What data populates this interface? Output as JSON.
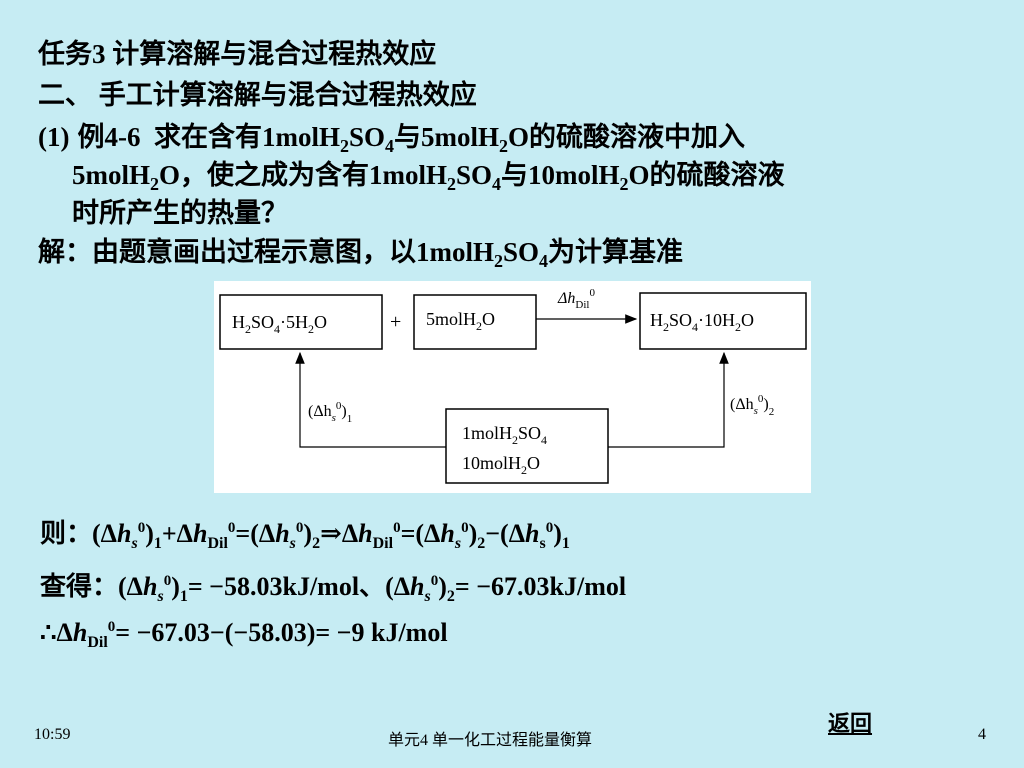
{
  "title": "任务3 计算溶解与混合过程热效应",
  "section": "二、 手工计算溶解与混合过程热效应",
  "example": {
    "label": "(1)",
    "id": "例4-6",
    "text_a": "求在含有1molH",
    "text_b": "SO",
    "text_c": "与5molH",
    "text_d": "O的硫酸溶液中加入",
    "line2_a": "5molH",
    "line2_b": "O，使之成为含有1molH",
    "line2_c": "SO",
    "line2_d": "与10molH",
    "line2_e": "O的硫酸溶液",
    "line3": "时所产生的热量？"
  },
  "solution": {
    "prefix": "解：由题意画出过程示意图，以1molH",
    "mid": "SO",
    "suffix": "为计算基准"
  },
  "diagram": {
    "box1_a": "H",
    "box1_b": "SO",
    "box1_c": "·5H",
    "box1_d": "O",
    "plus": "+",
    "box2_a": "5molH",
    "box2_b": "O",
    "arrow_label": "Δh",
    "arrow_sub": "Dil",
    "box3_a": "H",
    "box3_b": "SO",
    "box3_c": "·10H",
    "box3_d": "O",
    "box4_line1_a": "1molH",
    "box4_line1_b": "SO",
    "box4_line2_a": "10molH",
    "box4_line2_b": "O",
    "left_label": "(Δh",
    "right_label": "(Δh",
    "sub_s": "s",
    "sup_0": "0",
    "sub_1": "1",
    "sub_2": "2",
    "sub_4": "4",
    "sub_2b": "2"
  },
  "equations": {
    "eq1_prefix": "则：",
    "eq2_prefix": "查得：",
    "eq2_val1": "= −58.03kJ/mol、",
    "eq2_val2": "= −67.03kJ/mol",
    "eq3_prefix": "∴",
    "eq3_val": "= −67.03−(−58.03)= −9 kJ/mol"
  },
  "footer": {
    "time": "10:59",
    "course": "单元4 单一化工过程能量衡算",
    "page": "4",
    "back": "返回"
  }
}
